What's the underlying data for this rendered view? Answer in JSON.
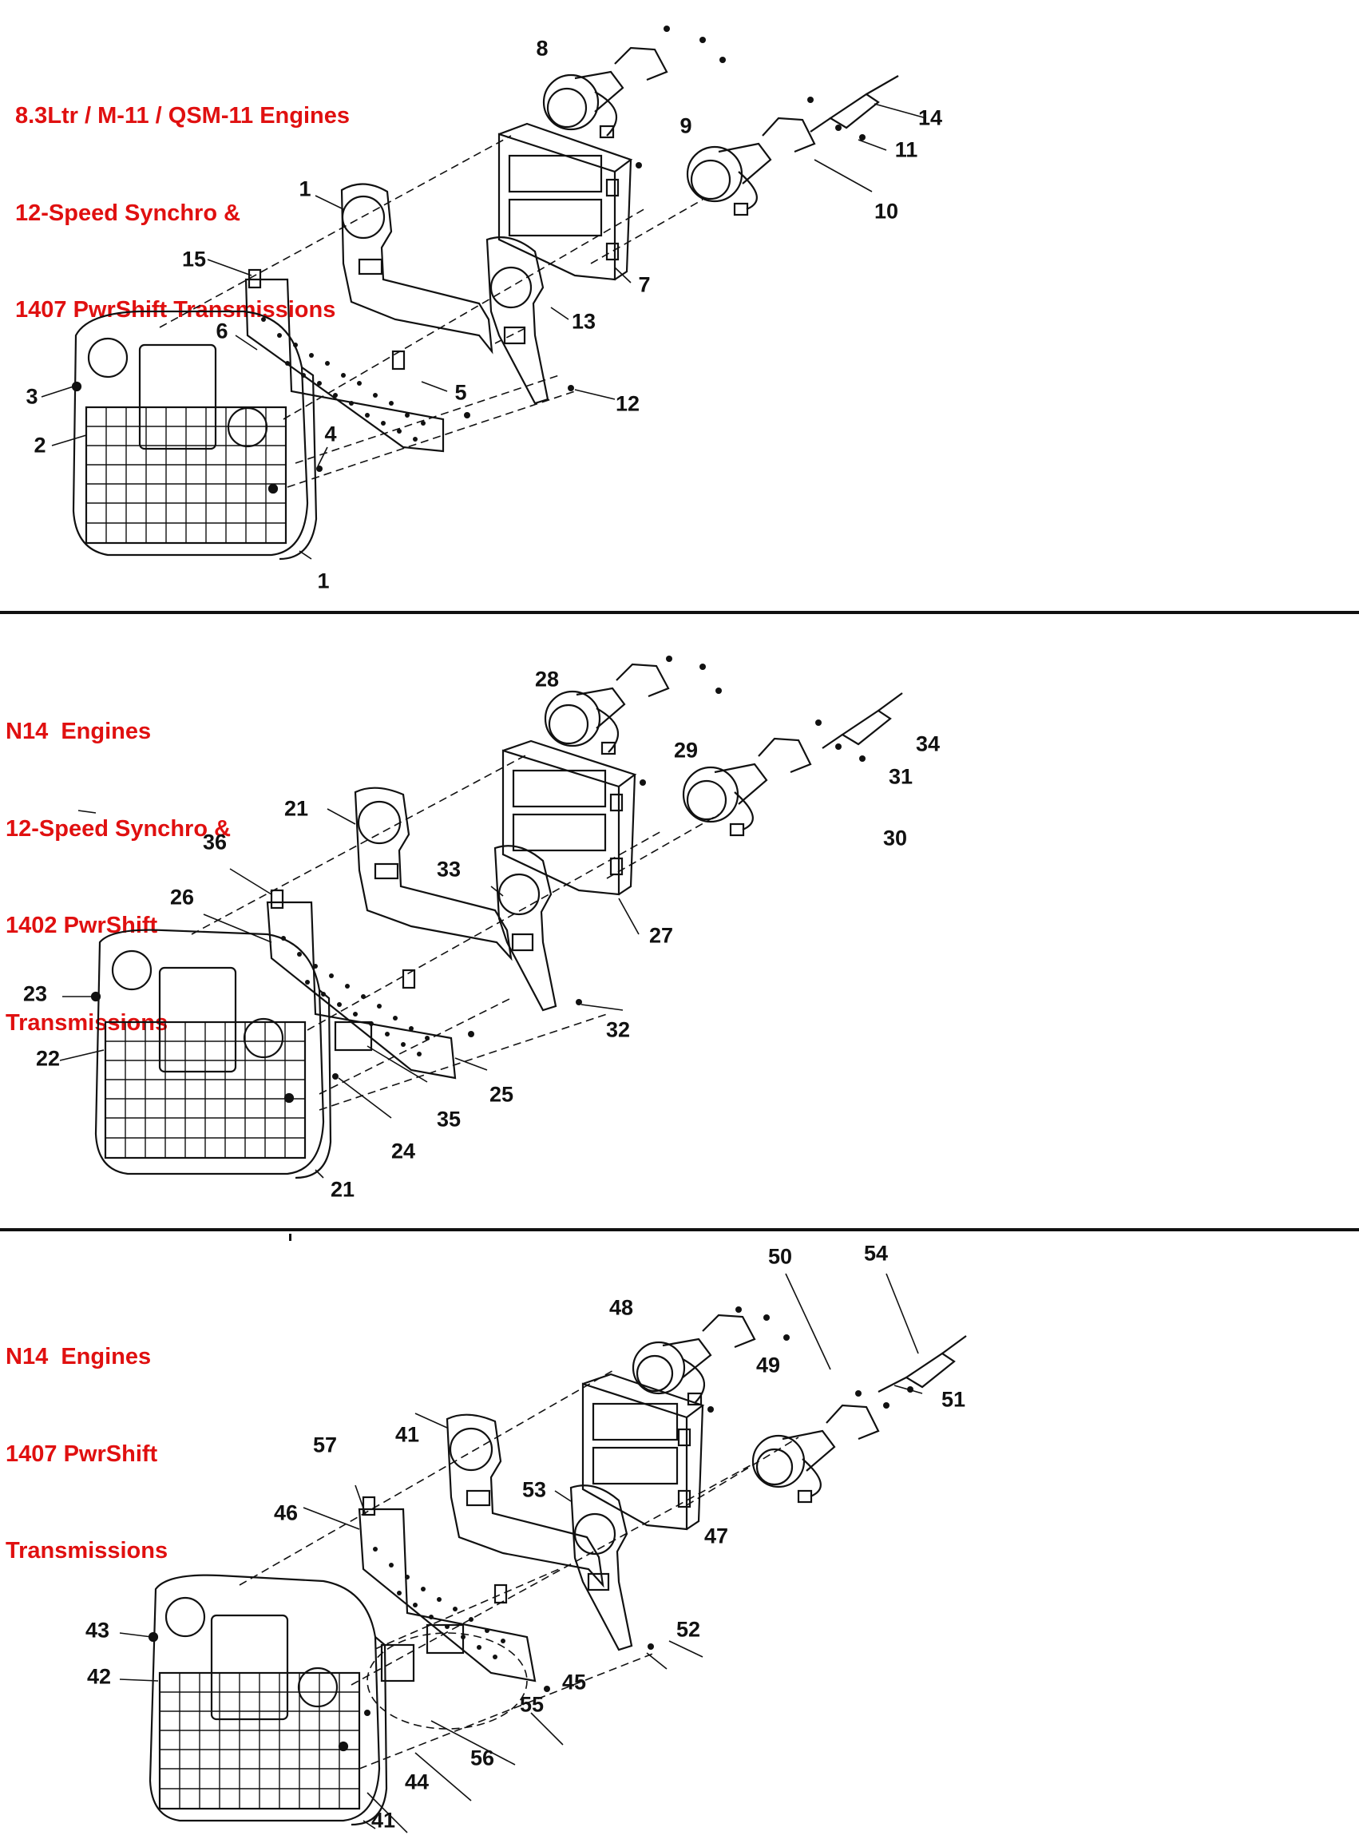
{
  "sections": [
    {
      "title_lines": [
        "8.3Ltr / M-11 / QSM-11 Engines",
        "12-Speed Synchro &",
        "1407 PwrShift Transmissions"
      ],
      "callouts": [
        "1",
        "15",
        "6",
        "3",
        "2",
        "4",
        "5",
        "13",
        "12",
        "7",
        "8",
        "9",
        "14",
        "11",
        "10",
        "1"
      ]
    },
    {
      "title_lines": [
        "N14  Engines",
        "12-Speed Synchro &",
        "1402 PwrShift",
        "Transmissions"
      ],
      "callouts": [
        "28",
        "29",
        "34",
        "31",
        "30",
        "21",
        "36",
        "26",
        "33",
        "27",
        "23",
        "22",
        "32",
        "25",
        "35",
        "24",
        "21"
      ]
    },
    {
      "title_lines": [
        "N14  Engines",
        "1407 PwrShift",
        "Transmissions"
      ],
      "callouts": [
        "50",
        "54",
        "48",
        "49",
        "51",
        "41",
        "57",
        "53",
        "46",
        "47",
        "52",
        "43",
        "42",
        "45",
        "55",
        "56",
        "44",
        "41"
      ]
    }
  ],
  "colors": {
    "title": "#e01010",
    "line_art": "#111111"
  },
  "icon_names": [
    "instrument-panel-exploded-view-diagram"
  ]
}
